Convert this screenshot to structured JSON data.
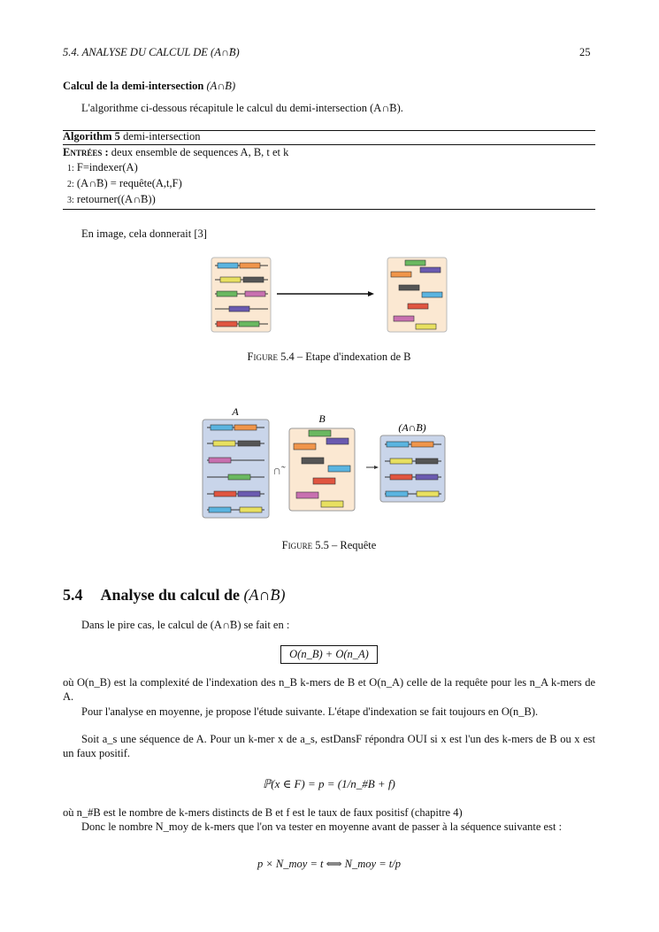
{
  "header": {
    "running_title": "5.4.  ANALYSE DU CALCUL DE (A∩̃B)",
    "page_number": "25"
  },
  "subsection": {
    "title": "Calcul de la demi-intersection",
    "math": "(A∩̃B)"
  },
  "intro": "L'algorithme ci-dessous récapitule le calcul du demi-intersection (A∩̃B).",
  "algorithm": {
    "label": "Algorithm 5",
    "name": "demi-intersection",
    "inputs_label": "Entrées :",
    "inputs": "deux ensemble de sequences A, B, t et k",
    "steps": [
      {
        "n": "1:",
        "text": "F=indexer(A)"
      },
      {
        "n": "2:",
        "text": "(A∩̃B) = requête(A,t,F)"
      },
      {
        "n": "3:",
        "text": "retourner((A∩̃B))"
      }
    ]
  },
  "image_intro": "En image, cela donnerait [3]",
  "figure_4": {
    "caption_label": "Figure 5.4",
    "caption": "– Etape d'indexation de B"
  },
  "figure_5": {
    "label_a": "A",
    "label_b": "B",
    "label_result": "(A∩̃B)",
    "operator": "∩̃",
    "caption_label": "Figure 5.5",
    "caption": "– Requête"
  },
  "section": {
    "number": "5.4",
    "title": "Analyse du calcul de",
    "math": "(A∩̃B)"
  },
  "p1": "Dans le pire cas, le calcul de (A∩̃B) se fait en :",
  "boxed_formula": "O(n_B) + O(n_A)",
  "p2": "où O(n_B) est la complexité de l'indexation des n_B k-mers de B et O(n_A) celle de la requête pour les n_A k-mers de A.",
  "p3": "Pour l'analyse en moyenne, je propose l'étude suivante. L'étape d'indexation se fait toujours en O(n_B).",
  "p4": "Soit a_s une séquence de A. Pour un k-mer x de a_s, estDansF répondra OUI si x est l'un des k-mers de B ou x est un faux positif.",
  "formula_prob": "ℙ(x ∈ F) = p = (1/n_#B + f)",
  "p5": "où n_#B est le nombre de k-mers distincts de B et f est le taux de faux positisf (chapitre 4)",
  "p6": "Donc le nombre N_moy de k-mers que l'on va tester en moyenne avant de passer à la séquence suivante est :",
  "formula_nmoy": "p × N_moy = t ⟺ N_moy = t/p"
}
